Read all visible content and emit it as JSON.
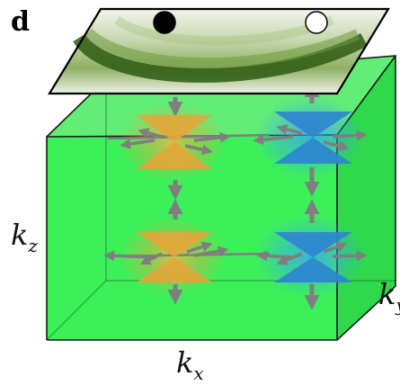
{
  "panel": {
    "label": "d"
  },
  "axes": {
    "kz": {
      "main": "k",
      "sub": "z"
    },
    "kx": {
      "main": "k",
      "sub": "x"
    },
    "ky": {
      "main": "k",
      "sub": "y"
    }
  },
  "markers": [
    {
      "kind": "filled-circle",
      "fill": "#000000"
    },
    {
      "kind": "open-circle",
      "fill": "#ffffff"
    }
  ],
  "nodes": [
    {
      "id": "top-left",
      "color": "#e3a63a"
    },
    {
      "id": "top-right",
      "color": "#2f86cf"
    },
    {
      "id": "bottom-left",
      "color": "#e3a63a"
    },
    {
      "id": "bottom-right",
      "color": "#2f86cf"
    }
  ],
  "colors": {
    "box_fill": "#3cf05a",
    "box_edge": "#1a1a1a",
    "arrow": "#7f7f7f",
    "plane_green": "#5d8a2e"
  }
}
